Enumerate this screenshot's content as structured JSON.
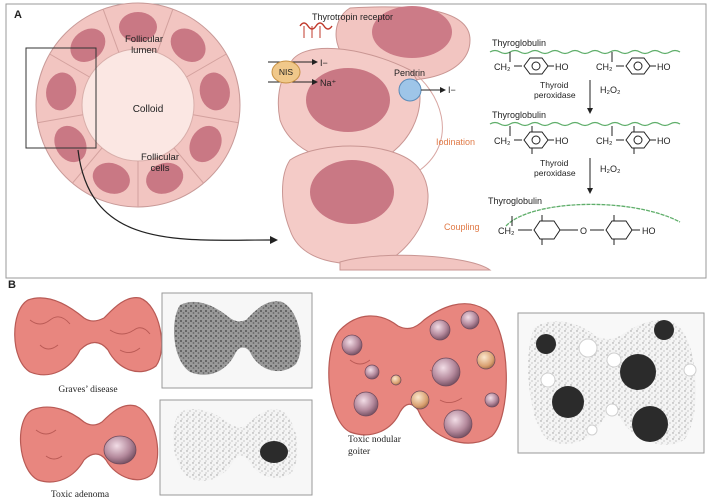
{
  "panelA": {
    "tag": "A",
    "follicle": {
      "lumen_label": "Follicular\nlumen",
      "colloid_label": "Colloid",
      "cells_label": "Follicular\ncells"
    },
    "membrane": {
      "receptor_label": "Thyrotropin receptor",
      "nis_label": "NIS",
      "iodide_in": "I−",
      "sodium_in": "Na⁺",
      "pendrin_label": "Pendrin",
      "iodide_out": "I−"
    },
    "chemistry": {
      "thyroglobulin": "Thyroglobulin",
      "enzyme": "Thyroid\nperoxidase",
      "h2o2": "H₂O₂",
      "iodination": "Iodination",
      "coupling": "Coupling",
      "ch2": "CH₂",
      "ho": "HO",
      "o": "O"
    }
  },
  "panelB": {
    "tag": "B",
    "graves": "Graves’ disease",
    "adenoma": "Toxic adenoma",
    "goiter": "Toxic nodular\ngoiter"
  },
  "colors": {
    "cell_fill": "#f4c9c5",
    "nucleus": "#c97884",
    "colloid": "#fbe6e1",
    "accent_green": "#5fae6a",
    "accent_orange": "#e07a47",
    "thyroid": "#e8867f",
    "scan_dark": "#2b2b2b"
  }
}
